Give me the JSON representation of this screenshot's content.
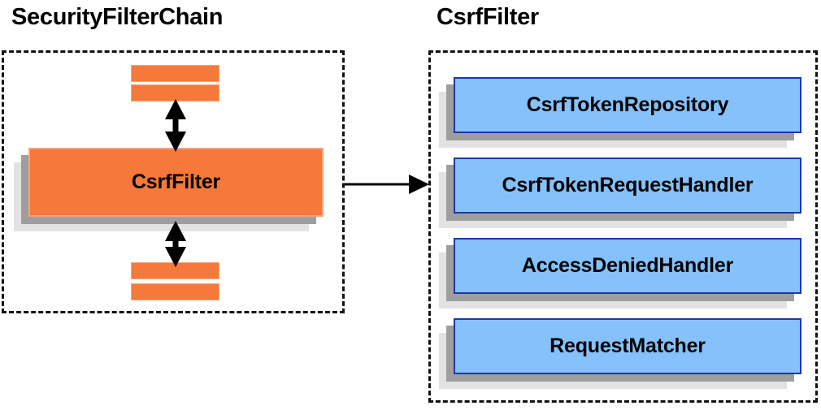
{
  "diagram": {
    "title_left": "SecurityFilterChain",
    "title_right": "CsrfFilter",
    "colors": {
      "orange_fill": "#f4793a",
      "orange_border": "#f6a37a",
      "blue_fill": "#85c1fa",
      "blue_border": "#1d37a8",
      "shadow_near": "#9e9e9e",
      "shadow_far": "#e2e2e2",
      "panel_border": "#111111",
      "text": "#000000",
      "background": "#ffffff"
    }
  },
  "left_panel": {
    "title": "SecurityFilterChain",
    "filter_box": {
      "label": "CsrfFilter"
    },
    "bars_above": [
      "",
      ""
    ],
    "bars_below": [
      "",
      ""
    ],
    "arrow_above_label": "",
    "arrow_below_label": ""
  },
  "right_panel": {
    "title": "CsrfFilter",
    "components": [
      {
        "label": "CsrfTokenRepository"
      },
      {
        "label": "CsrfTokenRequestHandler"
      },
      {
        "label": "AccessDeniedHandler"
      },
      {
        "label": "RequestMatcher"
      }
    ]
  },
  "connector": {
    "from": "SecurityFilterChain",
    "to": "CsrfFilter",
    "style": "single-headed-arrow",
    "label": ""
  }
}
